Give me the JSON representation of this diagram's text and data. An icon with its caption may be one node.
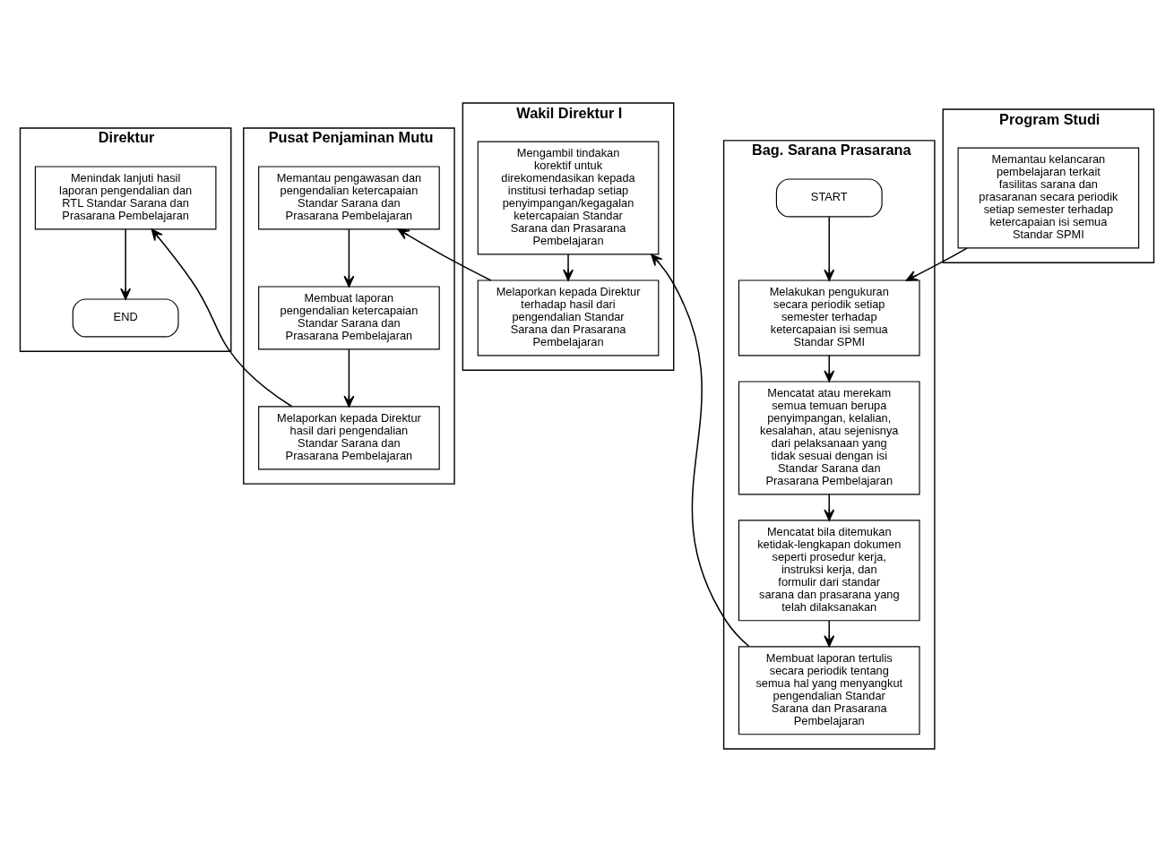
{
  "diagram": {
    "nodes": [
      {
        "text": [
          "Direktur"
        ]
      },
      {
        "text": [
          "Pusat Penjaminan Mutu"
        ]
      },
      {
        "text": [
          "Wakil Direktur I"
        ]
      },
      {
        "text": [
          "Bag. Sarana Prasarana"
        ]
      },
      {
        "text": [
          "Program Studi"
        ]
      },
      {
        "text": [
          "START"
        ],
        "in": 3
      },
      {
        "text": [
          "Melakukan pengukuran secara periodik setiap semester terhadap ketercapaian isi semua Standar SPMI"
        ],
        "in": 3
      },
      {
        "text": [
          "Memantau kelancaran pembelajaran terkait fasilitas sarana dan prasaranan secara periodik setiap semester terhadap ketercapaian isi semua Standar SPMI"
        ],
        "in": 4
      },
      {
        "text": [
          "Mencatat atau merekam semua temuan berupa penyimpangan, kelalian, kesalahan, atau sejenisnya dari pelaksanaan yang tidak sesuai dengan isi Standar Sarana dan Prasarana Pembelajaran"
        ],
        "in": 3
      },
      {
        "text": [
          "Mencatat bila ditemukan ketidak-lengkapan dokumen seperti prosedur kerja, instruksi kerja, dan formulir dari standar sarana dan prasarana yang telah dilaksanakan"
        ],
        "in": 3
      },
      {
        "text": [
          "Membuat laporan tertulis secara periodik tentang semua hal yang menyangkut pengendalian Standar Sarana dan Prasarana Pembelajaran"
        ],
        "in": 3
      },
      {
        "text": [
          "Mengambil tindakan korektif untuk direkomendasikan kepada institusi terhadap setiap penyimpangan/kegagalan ketercapaian Standar Sarana dan Prasarana Pembelajaran"
        ],
        "in": 2
      },
      {
        "text": [
          "Melaporkan kepada Direktur terhadap hasil dari pengendalian Standar Sarana dan Prasarana Pembelajaran"
        ],
        "in": 2
      },
      {
        "text": [
          "Memantau pengawasan dan pengendalian ketercapaian Standar Sarana dan Prasarana Pembelajaran"
        ],
        "in": 1
      },
      {
        "text": [
          "Membuat laporan pengendalian ketercapaian Standar Sarana dan Prasarana Pembelajaran"
        ],
        "in": 1
      },
      {
        "text": [
          "Melaporkan kepada Direktur hasil dari pengendalian Standar Sarana dan Prasarana Pembelajaran"
        ],
        "in": 1
      },
      {
        "text": [
          "Menindak lanjuti hasil laporan pengendalian dan RTL Standar Sarana dan Prasarana Pembelajaran"
        ],
        "in": 0
      },
      {
        "text": [
          "END"
        ],
        "in": 0
      }
    ],
    "edges": [
      {
        "from": 5,
        "to": 6,
        "arrow": "to"
      },
      {
        "from": 7,
        "to": 6,
        "arrow": "to"
      },
      {
        "from": 6,
        "to": 8,
        "arrow": "to"
      },
      {
        "from": 8,
        "to": 9,
        "arrow": "to"
      },
      {
        "from": 9,
        "to": 10,
        "arrow": "to"
      },
      {
        "from": 10,
        "to": 11,
        "arrow": "to"
      },
      {
        "from": 11,
        "to": 12,
        "arrow": "to"
      },
      {
        "from": 12,
        "to": 13,
        "arrow": "to"
      },
      {
        "from": 13,
        "to": 14,
        "arrow": "to"
      },
      {
        "from": 14,
        "to": 15,
        "arrow": "to"
      },
      {
        "from": 15,
        "to": 16,
        "arrow": "to"
      },
      {
        "from": 16,
        "to": 17,
        "arrow": "to"
      }
    ]
  }
}
